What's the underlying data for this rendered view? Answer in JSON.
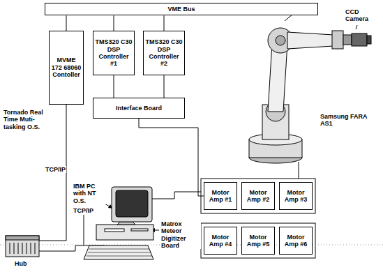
{
  "diagram": {
    "nodes": [
      {
        "text": [
          "VME Bus"
        ]
      },
      {
        "text": [
          "MVME 172 68060 Contoller"
        ]
      },
      {
        "text": [
          "TMS320 C30 DSP Controller #1"
        ]
      },
      {
        "text": [
          "TMS320 C30 DSP Controller #2"
        ]
      },
      {
        "text": [
          "Interface Board"
        ]
      },
      {
        "text": [
          "Motor Amp #1"
        ]
      },
      {
        "text": [
          "Motor Amp #2"
        ]
      },
      {
        "text": [
          "Motor Amp #3"
        ]
      },
      {
        "text": [
          "Motor Amp #4"
        ]
      },
      {
        "text": [
          "Motor Amp #5"
        ]
      },
      {
        "text": [
          "Motor Amp #6"
        ]
      }
    ],
    "edges": [
      {
        "from": 0,
        "to": 1,
        "arrow": "none"
      },
      {
        "from": 0,
        "to": 2,
        "arrow": "none"
      },
      {
        "from": 0,
        "to": 3,
        "arrow": "none"
      },
      {
        "from": 2,
        "to": 4,
        "arrow": "none"
      },
      {
        "from": 3,
        "to": 4,
        "arrow": "none"
      },
      {
        "from": 4,
        "to": 5,
        "arrow": "none"
      }
    ],
    "labels": [
      "Tornado Real Time Muti-tasking O.S.",
      "TCP/IP",
      "TCP/IP",
      "IBM PC with NT O.S.",
      "Matrox Meteor Digitizer Board",
      "Hub",
      "CCD Camera",
      "Samsung FARA AS1"
    ]
  }
}
